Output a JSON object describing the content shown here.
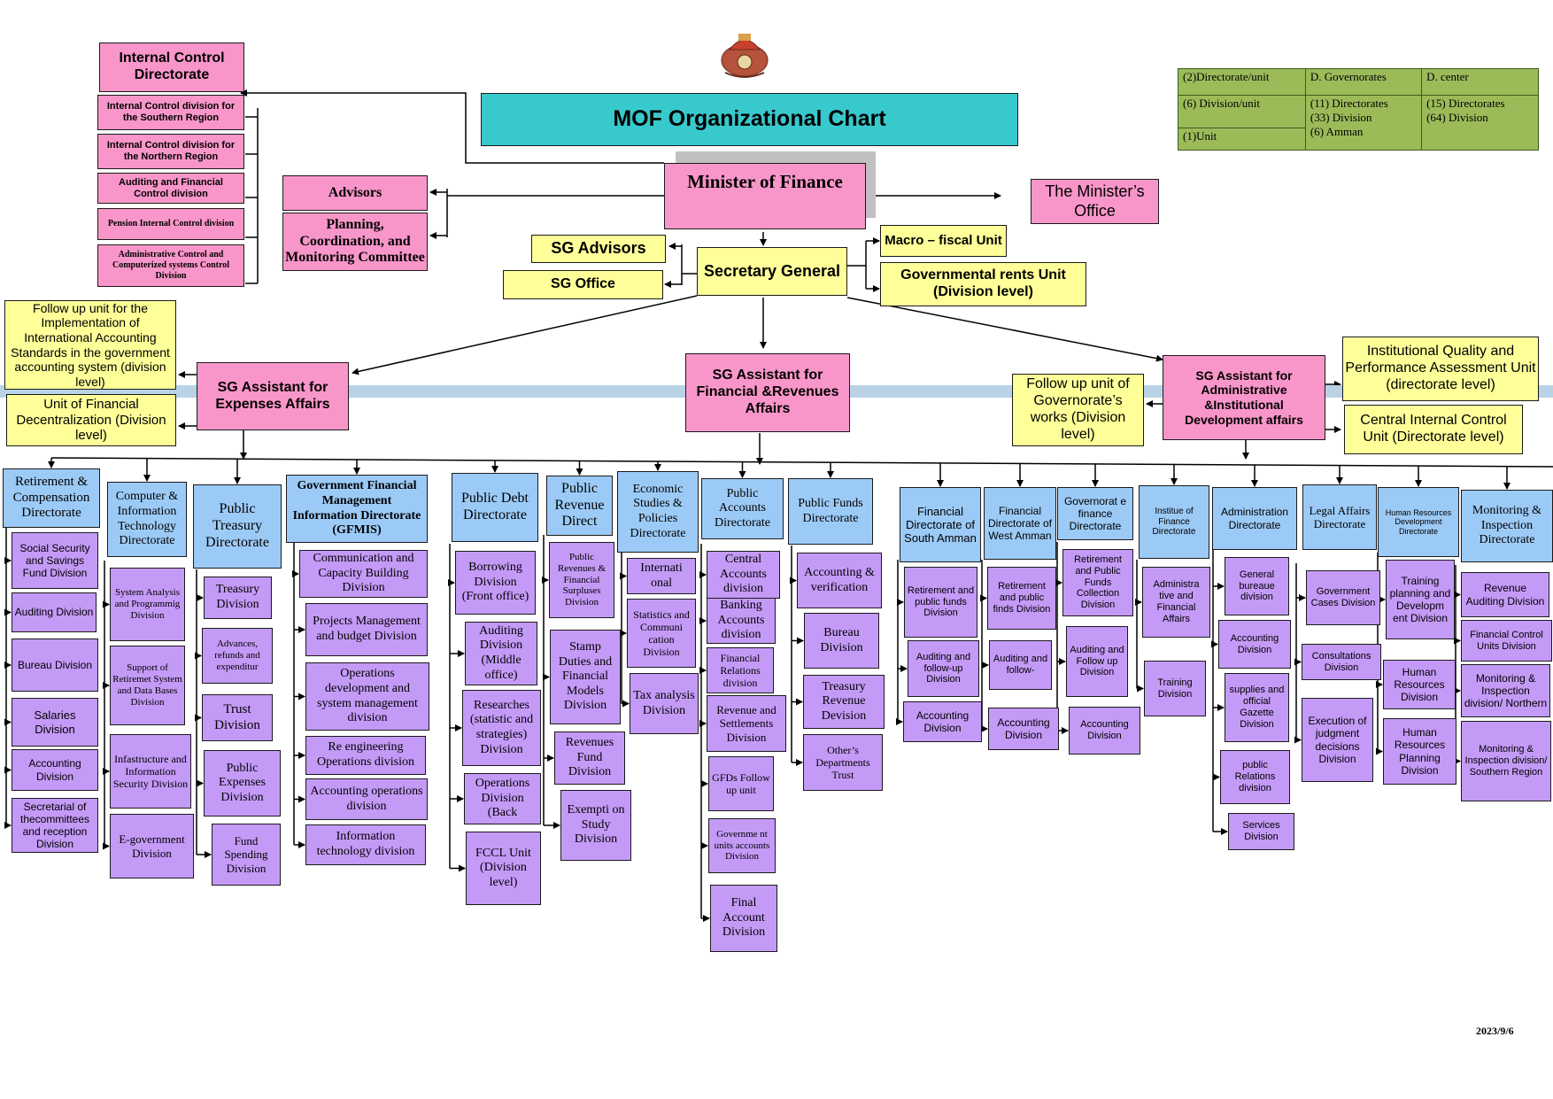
{
  "title": "MOF Organizational Chart",
  "date": "2023/9/6",
  "legend": {
    "r1": [
      "(2)Directorate/unit",
      "D. Governorates",
      "D. center"
    ],
    "r2c1a": "(6) Division/unit",
    "r2c1b": "(1)Unit",
    "r2c2": [
      "(11) Directorates",
      "(33) Division",
      "(6) Amman"
    ],
    "r2c3": [
      "(15) Directorates",
      "(64) Division"
    ]
  },
  "top": {
    "minister": "Minister of Finance",
    "ministers_office": "The Minister’s Office",
    "advisors": "Advisors",
    "planning": "Planning, Coordination, and Monitoring Committee",
    "sg": "Secretary General",
    "sg_advisors": "SG Advisors",
    "sg_office": "SG Office",
    "macro": "Macro – fiscal Unit",
    "rents": "Governmental rents Unit (Division level)"
  },
  "internal_control": {
    "head": "Internal Control Directorate",
    "items": [
      "Internal Control division for the Southern Region",
      "Internal Control division for the Northern Region",
      "Auditing and Financial Control division",
      "Pension Internal Control division",
      "Administrative Control and Computerized systems Control Division"
    ]
  },
  "assistants": {
    "expenses": "SG Assistant for Expenses Affairs",
    "revenues": "SG Assistant for Financial &Revenues Affairs",
    "admin": "SG Assistant for Administrative &Institutional Development affairs",
    "ipsas": "Follow up unit for the Implementation of International Accounting Standards in the government accounting system (division level)",
    "decentral": "Unit of Financial Decentralization (Division level)",
    "gov_works": "Follow up unit of Governorate’s works (Division level)",
    "quality": "Institutional Quality and Performance Assessment Unit (directorate level)",
    "central_ic": "Central Internal Control Unit (Directorate level)"
  },
  "directorates": {
    "retirement": {
      "head": "Retirement & Compensation Directorate",
      "items": [
        "Social Security and Savings Fund Division",
        "Auditing Division",
        "Bureau Division",
        "Salaries Division",
        "Accounting Division",
        "Secretarial of thecommittees and reception Division"
      ]
    },
    "computer": {
      "head": "Computer & Information Technology Directorate",
      "items": [
        "System Analysis and Programmig Division",
        "Support of Retiremet System and Data Bases Division",
        "Infastructure and Information Security Division",
        "E-government Division"
      ]
    },
    "treasury": {
      "head": "Public Treasury Directorate",
      "items": [
        "Treasury Division",
        "Advances, refunds and expenditur",
        "Trust Division",
        "Public Expenses Division",
        "Fund Spending Division"
      ]
    },
    "gfmis": {
      "head": "Government Financial Management Information Directorate (GFMIS)",
      "items": [
        "Communication and Capacity Building Division",
        "Projects Management and budget Division",
        "Operations development and system management division",
        "Re engineering Operations division",
        "Accounting operations division",
        "Information technology division"
      ]
    },
    "debt": {
      "head": "Public Debt Directorate",
      "items": [
        "Borrowing Division (Front office)",
        "Auditing Division (Middle office)",
        "Researches (statistic and strategies) Division",
        "Operations Division (Back",
        "FCCL Unit (Division level)"
      ]
    },
    "revenue_direct": {
      "head": "Public Revenue Direct",
      "items": [
        "Public Revenues & Financial Surpluses Division",
        "Stamp Duties and Financial Models Division",
        "Revenues Fund Division",
        "Exempti on Study Division"
      ]
    },
    "economic": {
      "head": "Economic Studies & Policies Directorate",
      "items": [
        "Internati onal",
        "Statistics and Communi cation Division",
        "Tax analysis Division"
      ]
    },
    "accounts": {
      "head": "Public Accounts Directorate",
      "items": [
        "Central Accounts division",
        "Banking Accounts division",
        "Financial Relations division",
        "Revenue and Settlements Division",
        "GFDs Follow up unit",
        "Governme nt units accounts Division",
        "Final Account Division"
      ]
    },
    "funds": {
      "head": "Public Funds Directorate",
      "items": [
        "Accounting & verification",
        "Bureau Division",
        "Treasury Revenue Devision",
        "Other’s Departments Trust"
      ]
    },
    "south_amman": {
      "head": "Financial Directorate of South Amman",
      "items": [
        "Retirement and public funds Division",
        "Auditing and follow-up Division",
        "Accounting Division"
      ]
    },
    "west_amman": {
      "head": "Financial Directorate of West Amman",
      "items": [
        "Retirement and public finds Division",
        "Auditing and follow-",
        "Accounting Division"
      ]
    },
    "governorate": {
      "head": "Governorat e finance Directorate",
      "items": [
        "Retirement and Public Funds Collection Division",
        "Auditing and Follow up Division",
        "Accounting Division"
      ]
    },
    "institute": {
      "head": "Institue of Finance Directorate",
      "items": [
        "Administra tive and Financial Affairs",
        "Training Division"
      ]
    },
    "administration": {
      "head": "Administration Directorate",
      "items": [
        "General bureaue division",
        "Accounting Division",
        "supplies and official Gazette Division",
        "public Relations division",
        "Services Division"
      ]
    },
    "legal": {
      "head": "Legal Affairs Directorate",
      "items": [
        "Government Cases Division",
        "Consultations Division",
        "Execution of judgment decisions Division"
      ]
    },
    "hr": {
      "head": "Human Resources Development Directorate",
      "items": [
        "Training planning and Developm ent Division",
        "Human Resources Division",
        "Human Resources Planning Division"
      ]
    },
    "monitoring": {
      "head": "Monitoring & Inspection Directorate",
      "items": [
        "Revenue Auditing Division",
        "Financial Control Units Division",
        "Monitoring & Inspection division/ Northern",
        "Monitoring & Inspection division/ Southern Region"
      ]
    }
  }
}
